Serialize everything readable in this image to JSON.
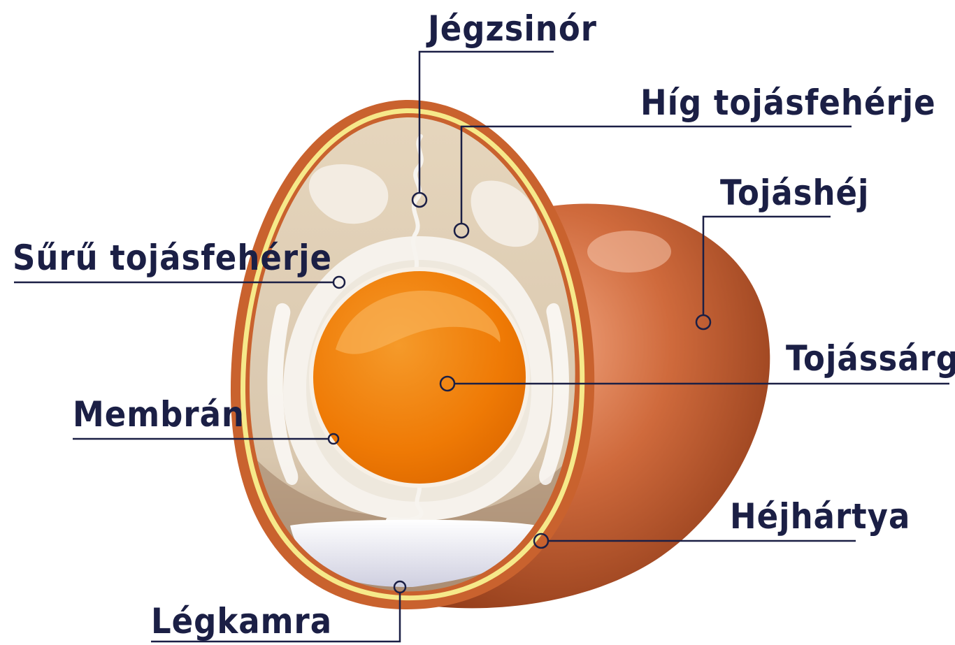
{
  "labels": {
    "chalaza": "Jégzsinór",
    "thin_albumen": "Híg tojásfehérje",
    "shell": "Tojáshéj",
    "thick_albumen": "Sűrű tojásfehérje",
    "yolk": "Tojássárgája",
    "membrane": "Membrán",
    "shell_membrane": "Héjhártya",
    "air_cell": "Légkamra"
  },
  "colors": {
    "label_text": "#1b1f45",
    "shell_outer": "#c7602c",
    "shell_inner_rim": "#f6e98a",
    "yolk": "#f07b06",
    "albumen_thin": "#e2d4bf",
    "albumen_thick": "#f4f0ea"
  }
}
